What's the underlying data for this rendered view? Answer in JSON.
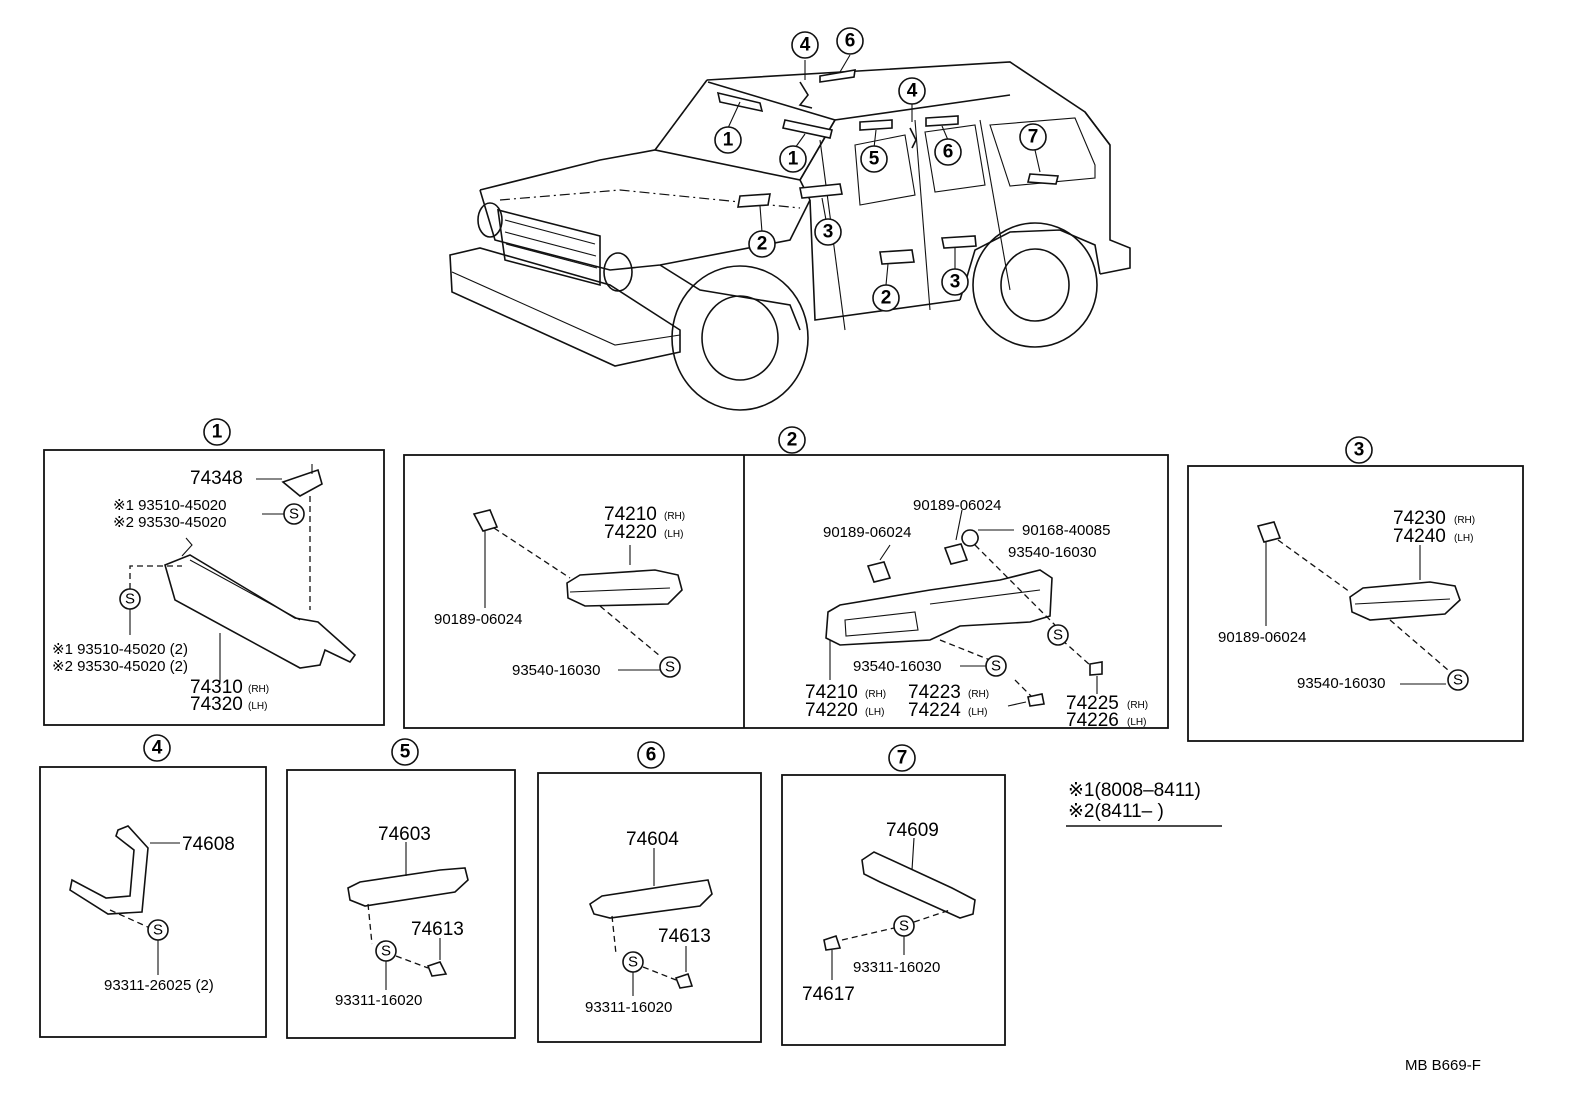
{
  "callouts": {
    "c1": "1",
    "c2": "2",
    "c3": "3",
    "c4": "4",
    "c5": "5",
    "c6": "6",
    "c7": "7"
  },
  "screw_symbol": "S",
  "box1": {
    "p74348": "74348",
    "note1": "※1 93510-45020",
    "note2": "※2 93530-45020",
    "note3": "※1 93510-45020 (2)",
    "note4": "※2 93530-45020 (2)",
    "visor_rh": "74310",
    "visor_lh": "74320",
    "rh": "(RH)",
    "lh": "(LH)"
  },
  "box2a": {
    "clip": "90189-06024",
    "grip_rh": "74210",
    "grip_lh": "74220",
    "screw": "93540-16030",
    "rh": "(RH)",
    "lh": "(LH)"
  },
  "box2b": {
    "clip_a": "90189-06024",
    "clip_b": "90189-06024",
    "bolt": "90168-40085",
    "screw_top": "93540-16030",
    "screw_mid": "93540-16030",
    "grip_rh": "74210",
    "grip_lh": "74220",
    "cap_rh": "74223",
    "cap_lh": "74224",
    "nut_rh": "74225",
    "nut_lh": "74226",
    "rh": "(RH)",
    "lh": "(LH)"
  },
  "box3": {
    "clip": "90189-06024",
    "grip_rh": "74230",
    "grip_lh": "74240",
    "screw": "93540-16030",
    "rh": "(RH)",
    "lh": "(LH)"
  },
  "box4": {
    "handle": "74608",
    "screw": "93311-26025 (2)"
  },
  "box5": {
    "handle": "74603",
    "cap": "74613",
    "screw": "93311-16020"
  },
  "box6": {
    "handle": "74604",
    "cap": "74613",
    "screw": "93311-16020"
  },
  "box7": {
    "handle": "74609",
    "cap": "74617",
    "screw": "93311-16020"
  },
  "legend": {
    "line1": "※1(8008–8411)",
    "line2": "※2(8411–      )"
  },
  "footer_code": "MB  B669-F"
}
